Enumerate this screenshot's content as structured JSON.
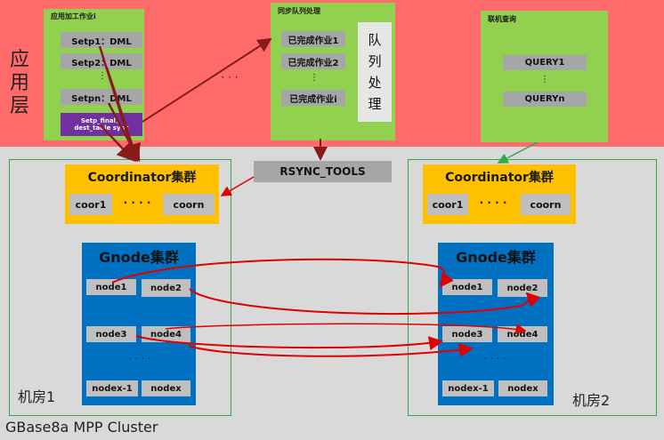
{
  "app_layer": {
    "label": "应用层",
    "app_jobs": {
      "title": "应用加工作业i",
      "steps": [
        "Setp1：DML",
        "Setp2：DML",
        "Setpn：DML"
      ],
      "dots": "⋮",
      "final_lines": [
        "Setp_final：",
        "dest_table sync"
      ]
    },
    "between_dots": "·  ·  ·",
    "queue": {
      "title": "同步队列处理",
      "items": [
        "已完成作业1",
        "已完成作业2",
        "已完成作业i"
      ],
      "dots": "⋮",
      "tag_chars": [
        "队",
        "列",
        "处",
        "理"
      ]
    },
    "query": {
      "title": "联机查询",
      "items": [
        "QUERY1",
        "QUERYn"
      ],
      "dots": "⋮"
    }
  },
  "rsync": {
    "label": "RSYNC_TOOLS"
  },
  "rooms": [
    {
      "label": "机房1",
      "coordinator": {
        "title": "Coordinator集群",
        "nodes": [
          "coor1",
          "coorn"
        ],
        "dots": "· · · ·"
      },
      "gnode": {
        "title": "Gnode集群",
        "nodes": [
          "node1",
          "node2",
          "node3",
          "node4",
          "nodex-1",
          "nodex"
        ],
        "dots": "· · · ·"
      }
    },
    {
      "label": "机房2",
      "coordinator": {
        "title": "Coordinator集群",
        "nodes": [
          "coor1",
          "coorn"
        ],
        "dots": "· · · ·"
      },
      "gnode": {
        "title": "Gnode集群",
        "nodes": [
          "node1",
          "node2",
          "node3",
          "node4",
          "nodex-1",
          "nodex"
        ],
        "dots": "· · · ·"
      }
    }
  ],
  "cluster_caption": "GBase8a MPP Cluster",
  "colors": {
    "app_band": "#ff6b6b",
    "panel": "#92d050",
    "coordinator": "#ffc000",
    "gnode": "#0070c0",
    "arrow_dark": "#8b1a1a",
    "arrow_red": "#e00000",
    "arrow_green": "#2ea84a",
    "final_step": "#7030a0"
  }
}
